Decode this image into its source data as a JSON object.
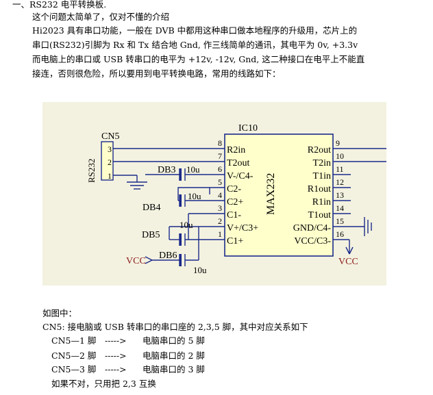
{
  "intro": {
    "heading": "一、RS232 电平转换板.",
    "lines": [
      "这个问题太简单了，仅对不懂的介绍",
      "Hi2023 具有串口功能，一般在 DVB 中都用这种串口做本地程序的升级用，芯片上的",
      "串口(RS232)引脚为 Rx 和 Tx 结合地 Gnd, 作三线简单的通讯，其电平为 0v, +3.3v",
      "而电脑上的串口或 USB 转串口的电平为 +12v, -12v, Gnd, 这二种接口在电平上不能直",
      "接连，否则很危险，所以要用到电平转换电路，常用的线路如下："
    ]
  },
  "schematic": {
    "ic_ref": "IC10",
    "ic_part": "MAX232",
    "connector_ref": "CN5",
    "connector_label": "RS232",
    "connector_pins": [
      "3",
      "2",
      "1"
    ],
    "left_pins": [
      {
        "num": "8",
        "name": "R2in"
      },
      {
        "num": "7",
        "name": "T2out"
      },
      {
        "num": "6",
        "name": "V-/C4-"
      },
      {
        "num": "5",
        "name": "C2-"
      },
      {
        "num": "4",
        "name": "C2+"
      },
      {
        "num": "3",
        "name": "C1-"
      },
      {
        "num": "2",
        "name": "V+/C3+"
      },
      {
        "num": "1",
        "name": "C1+"
      }
    ],
    "right_pins": [
      {
        "num": "9",
        "name": "R2out"
      },
      {
        "num": "10",
        "name": "T2in"
      },
      {
        "num": "11",
        "name": "T1in"
      },
      {
        "num": "12",
        "name": "R1out"
      },
      {
        "num": "13",
        "name": "R1in"
      },
      {
        "num": "14",
        "name": "T1out"
      },
      {
        "num": "15",
        "name": "GND/C4-"
      },
      {
        "num": "16",
        "name": "VCC/C3-"
      }
    ],
    "caps": {
      "db3": {
        "ref": "DB3",
        "value": "10u"
      },
      "db4": {
        "ref": "DB4",
        "value": "10u"
      },
      "db5": {
        "ref": "DB5",
        "value": "10u"
      },
      "db6": {
        "ref": "DB6",
        "value": "10u"
      }
    },
    "vcc_left": "VCC",
    "vcc_right": "VCC"
  },
  "notes": {
    "title": "如图中：",
    "desc": "CN5: 接电脑或 USB 转串口的串口座的 2,3,5 脚，其中对应关系如下",
    "mappings": [
      {
        "from": "CN5—1 脚",
        "arrow": "----->",
        "to": "电脑串口的 5 脚"
      },
      {
        "from": "CN5—2 脚",
        "arrow": "----->",
        "to": "电脑串口的 2 脚"
      },
      {
        "from": "CN5—3 脚",
        "arrow": "----->",
        "to": "电脑串口的 3 脚"
      }
    ],
    "footer": "如果不对，只用把 2,3 互换"
  }
}
